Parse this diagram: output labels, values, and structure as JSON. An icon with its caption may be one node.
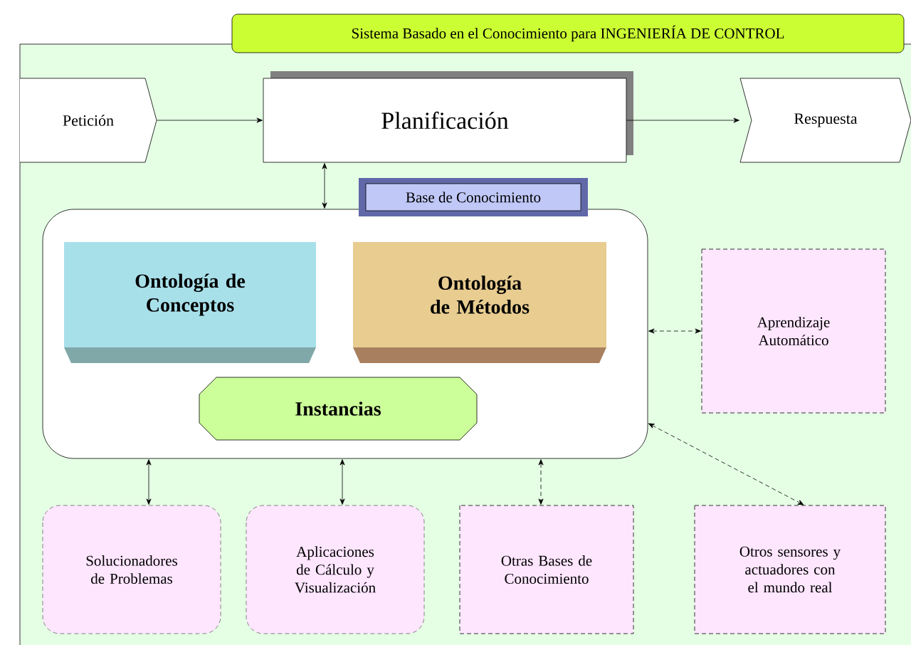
{
  "diagram": {
    "title": "Sistema Basado en el Conocimiento para  INGENIERÍA DE CONTROL",
    "nodes": [
      {
        "text": [
          "Petición"
        ]
      },
      {
        "text": [
          "Planificación"
        ]
      },
      {
        "text": [
          "Respuesta"
        ]
      },
      {
        "text": [
          "Base de Conocimiento"
        ]
      },
      {
        "text": [
          "Ontología de Conceptos"
        ],
        "in": 3
      },
      {
        "text": [
          "Ontología de Métodos"
        ],
        "in": 3
      },
      {
        "text": [
          "Instancias"
        ],
        "in": 3
      },
      {
        "text": [
          "Aprendizaje Automático"
        ]
      },
      {
        "text": [
          "Solucionadores de Problemas"
        ]
      },
      {
        "text": [
          "Aplicaciones de Cálculo y Visualización"
        ]
      },
      {
        "text": [
          "Otras Bases de Conocimiento"
        ]
      },
      {
        "text": [
          "Otros sensores y actuadores con el mundo real"
        ]
      }
    ],
    "edges": [
      {
        "from": 0,
        "to": 1,
        "arrow": "to"
      },
      {
        "from": 1,
        "to": 2,
        "arrow": "to"
      },
      {
        "from": 1,
        "to": 3,
        "arrow": "both"
      },
      {
        "from": 3,
        "to": 7,
        "arrow": "both",
        "style": "dashed"
      },
      {
        "from": 3,
        "to": 8,
        "arrow": "both"
      },
      {
        "from": 3,
        "to": 9,
        "arrow": "both"
      },
      {
        "from": 3,
        "to": 10,
        "arrow": "both",
        "style": "dashed"
      },
      {
        "from": 3,
        "to": 11,
        "arrow": "both",
        "style": "dashed"
      }
    ]
  }
}
